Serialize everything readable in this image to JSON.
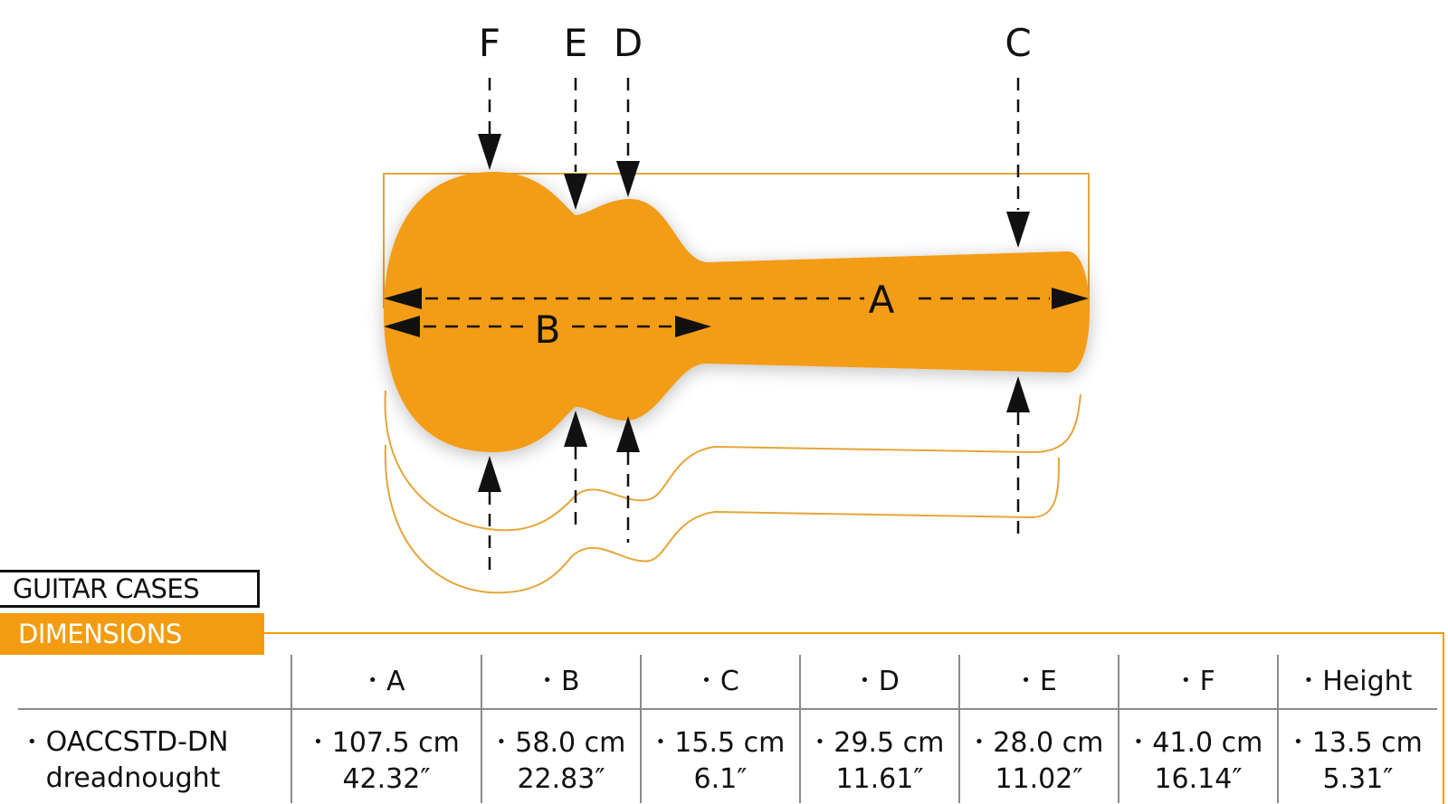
{
  "diagram": {
    "labels": {
      "A": "A",
      "B": "B",
      "C": "C",
      "D": "D",
      "E": "E",
      "F": "F"
    },
    "colors": {
      "case_fill": "#f39c12",
      "outline": "#e5a53a",
      "arrows": "#111111"
    }
  },
  "title": "GUITAR CASES",
  "subtitle": "DIMENSIONS",
  "table": {
    "bullet": "•",
    "columns": [
      "A",
      "B",
      "C",
      "D",
      "E",
      "F",
      "Height"
    ],
    "rows": [
      {
        "model": "OACCSTD-DN",
        "model_type": "dreadnought",
        "cells": [
          {
            "cm": "107.5 cm",
            "in": "42.32″"
          },
          {
            "cm": "58.0 cm",
            "in": "22.83″"
          },
          {
            "cm": "15.5 cm",
            "in": "6.1″"
          },
          {
            "cm": "29.5 cm",
            "in": "11.61″"
          },
          {
            "cm": "28.0 cm",
            "in": "11.02″"
          },
          {
            "cm": "41.0 cm",
            "in": "16.14″"
          },
          {
            "cm": "13.5 cm",
            "in": "5.31″"
          }
        ]
      }
    ]
  }
}
